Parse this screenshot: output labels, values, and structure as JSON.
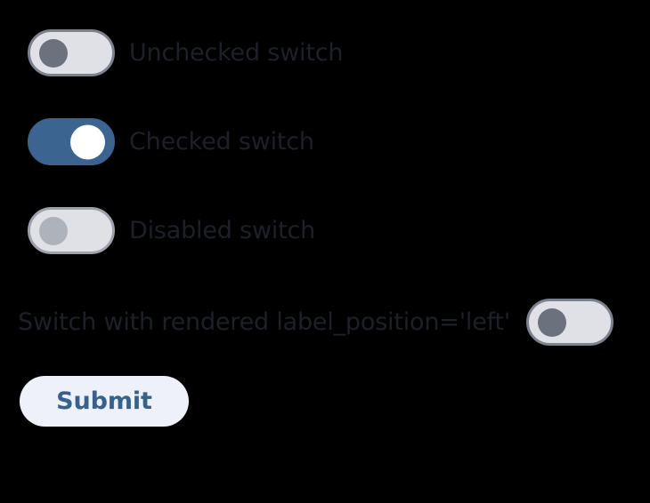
{
  "page": {
    "background_color": "#000000",
    "label_text_color": "#1d2029"
  },
  "switches": [
    {
      "id": "unchecked",
      "label": "Unchecked switch",
      "state": "unchecked",
      "label_position": "right",
      "track_color": "#dfe1e6",
      "border_color": "#7b818d",
      "knob_color": "#6b717d"
    },
    {
      "id": "checked",
      "label": "Checked switch",
      "state": "checked",
      "label_position": "right",
      "track_color": "#3c6490",
      "border_color": "#3c6490",
      "knob_color": "#ffffff"
    },
    {
      "id": "disabled",
      "label": "Disabled switch",
      "state": "disabled",
      "label_position": "right",
      "track_color": "#dfe1e6",
      "border_color": "#9ca1ab",
      "knob_color": "#aeb3bb"
    },
    {
      "id": "left-label",
      "label": "Switch with rendered label_position='left'",
      "state": "unchecked",
      "label_position": "left",
      "track_color": "#dfe1e6",
      "border_color": "#7b818d",
      "knob_color": "#6b717d"
    }
  ],
  "form": {
    "submit_label": "Submit",
    "submit_background": "#eef1f9",
    "submit_text_color": "#36618e"
  }
}
